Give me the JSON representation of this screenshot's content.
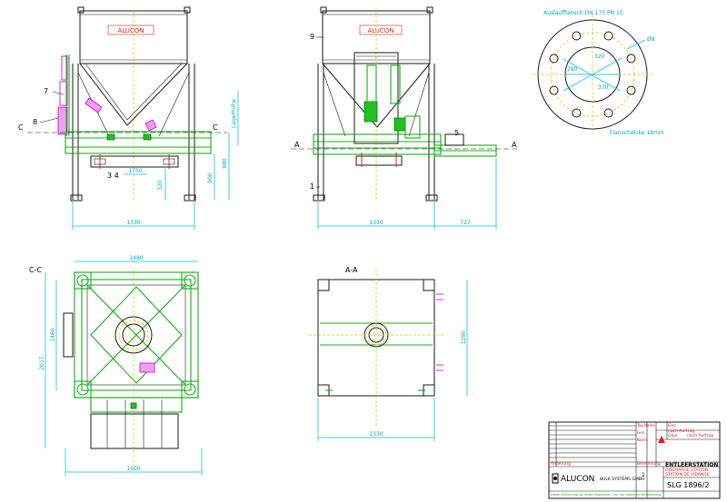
{
  "front_view": {
    "brand": "ALUCON",
    "labels": {
      "c_left": "C",
      "c_right": "C",
      "item_8": "8",
      "item_7": "7",
      "items_3_4": "3 4"
    },
    "dims": {
      "width": "1330",
      "d_1750": "1750",
      "d_320": "320",
      "d_900": "900",
      "d_980": "980",
      "side_label": "Lagerhöhe"
    }
  },
  "side_view": {
    "brand": "ALUCON",
    "labels": {
      "item_9": "9",
      "item_1": "1",
      "item_5": "5",
      "a_left": "A",
      "a_right": "A"
    },
    "dims": {
      "width": "1330",
      "d_727": "727"
    }
  },
  "flange_view": {
    "title": "Auslaufflansch DN 175 PN 10",
    "note": "Flanschdicke 18mm",
    "dims": {
      "d_280": "280",
      "d_320": "320",
      "d_370": "370",
      "d_880": "Ø8"
    }
  },
  "section_cc": {
    "title": "C-C",
    "dims": {
      "top": "1480",
      "left1": "1460",
      "left2": "2017",
      "bottom": "1500"
    }
  },
  "section_aa": {
    "title": "A-A",
    "dims": {
      "right": "1290",
      "bottom": "1330"
    }
  },
  "title_block": {
    "company": "ALUCON",
    "company_sub": "BULK SYSTEMS GMBH",
    "drawing_title": "ENTLEERSTATION",
    "drawing_sub1": "DISCHARGE STATION",
    "drawing_sub2": "STATION DE VIDANGE",
    "drawing_number": "SLG 1896/2",
    "row_labels": [
      "Gez.",
      "Gepr.",
      "Gen.",
      "Norm"
    ],
    "row_values": [
      "nach Auftrag",
      "nach Auftrag"
    ],
    "col_label": "Benennung",
    "change_label": "Änderung",
    "scale_label": "Tag Name",
    "revision": "1",
    "footer": "Diese Zeichnung ist unser Eigentum - nur zur internen Verwendung"
  }
}
